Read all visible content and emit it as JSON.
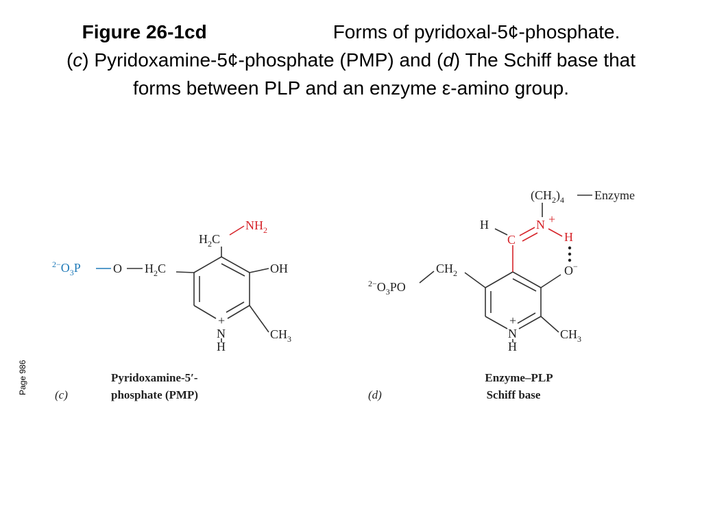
{
  "title": {
    "figure_number": "Figure 26-1cd",
    "heading": "Forms of pyridoxal-5¢-phosphate.",
    "paren_open_c": "(",
    "letter_c": "c",
    "text_c": ") Pyridoxamine-5¢-phosphate (PMP) and (",
    "letter_d": "d",
    "text_d": ") The Schiff base that forms between PLP and an enzyme ε-amino group."
  },
  "side_note": "Page 986",
  "panel_c": {
    "letter": "(c)",
    "caption_line1": "Pyridoxamine-5′-",
    "caption_line2": "phosphate (PMP)",
    "atoms": {
      "nh2": "NH",
      "nh2_sub": "2",
      "h2c_top": "H",
      "h2c_top_sub": "2",
      "h2c_top_c": "C",
      "phosphate_charge": "2−",
      "phosphate_o": "O",
      "phosphate_sub": "3",
      "phosphate_p": "P",
      "o_link": "O",
      "h2c_left": "H",
      "h2c_left_sub": "2",
      "h2c_left_c": "C",
      "oh": "OH",
      "n_plus": "+",
      "n": "N",
      "h": "H",
      "ch3": "CH",
      "ch3_sub": "3"
    }
  },
  "panel_d": {
    "letter": "(d)",
    "caption_line1": "Enzyme–PLP",
    "caption_line2": "Schiff base",
    "atoms": {
      "ch2_group": "(CH",
      "ch2_sub": "2",
      "ch2_close": ")",
      "ch2_count": "4",
      "enzyme": "Enzyme",
      "h_left": "H",
      "c_red": "C",
      "n_red": "N",
      "n_plus": "+",
      "h_red": "H",
      "o_minus": "O",
      "o_minus_charge": "−",
      "phosphate_charge": "2−",
      "phosphate_o": "O",
      "phosphate_sub": "3",
      "phosphate_po": "PO",
      "ch2": "CH",
      "ch2_sub_ring": "2",
      "ring_n_plus": "+",
      "ring_n": "N",
      "ring_h": "H",
      "ch3": "CH",
      "ch3_sub": "3"
    }
  },
  "colors": {
    "highlight_red": "#d6242a",
    "phosphate_blue": "#1f7ab8"
  }
}
